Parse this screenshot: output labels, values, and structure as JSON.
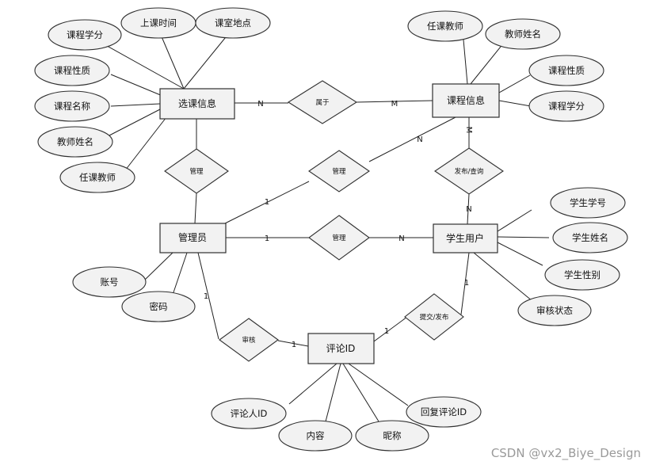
{
  "entities": {
    "course_selection": "选课信息",
    "course_info": "课程信息",
    "admin": "管理员",
    "student_user": "学生用户",
    "review_id": "评论ID"
  },
  "relations": {
    "belongs_to": "属于",
    "manage_selection": "管理",
    "manage_course": "管理",
    "publish_query": "发布/查询",
    "manage_student": "管理",
    "audit": "审核",
    "submit_publish": "提交/发布"
  },
  "attributes": {
    "selection_credit": "课程学分",
    "selection_class_time": "上课时间",
    "selection_classroom": "课室地点",
    "selection_nature": "课程性质",
    "selection_course_name": "课程名称",
    "selection_teacher_name": "教师姓名",
    "selection_teacher": "任课教师",
    "course_teacher": "任课教师",
    "course_teacher_name": "教师姓名",
    "course_nature": "课程性质",
    "course_credit": "课程学分",
    "admin_account": "账号",
    "admin_password": "密码",
    "student_no": "学生学号",
    "student_name": "学生姓名",
    "student_gender": "学生性别",
    "student_audit_status": "审核状态",
    "reviewer_id": "评论人ID",
    "reply_review_id": "回复评论ID",
    "content": "内容",
    "nickname": "昵称"
  },
  "cardinalities": {
    "selection_belongs": "N",
    "course_belongs": "M",
    "course_manage": "N",
    "admin_manage_course": "1",
    "course_publish": "M",
    "student_publish": "N",
    "admin_manage_student": "1",
    "student_manage": "N",
    "admin_audit": "1",
    "review_audit": "1",
    "review_submit": "1",
    "student_submit": "1"
  },
  "watermark": "CSDN @vx2_Biye_Design"
}
